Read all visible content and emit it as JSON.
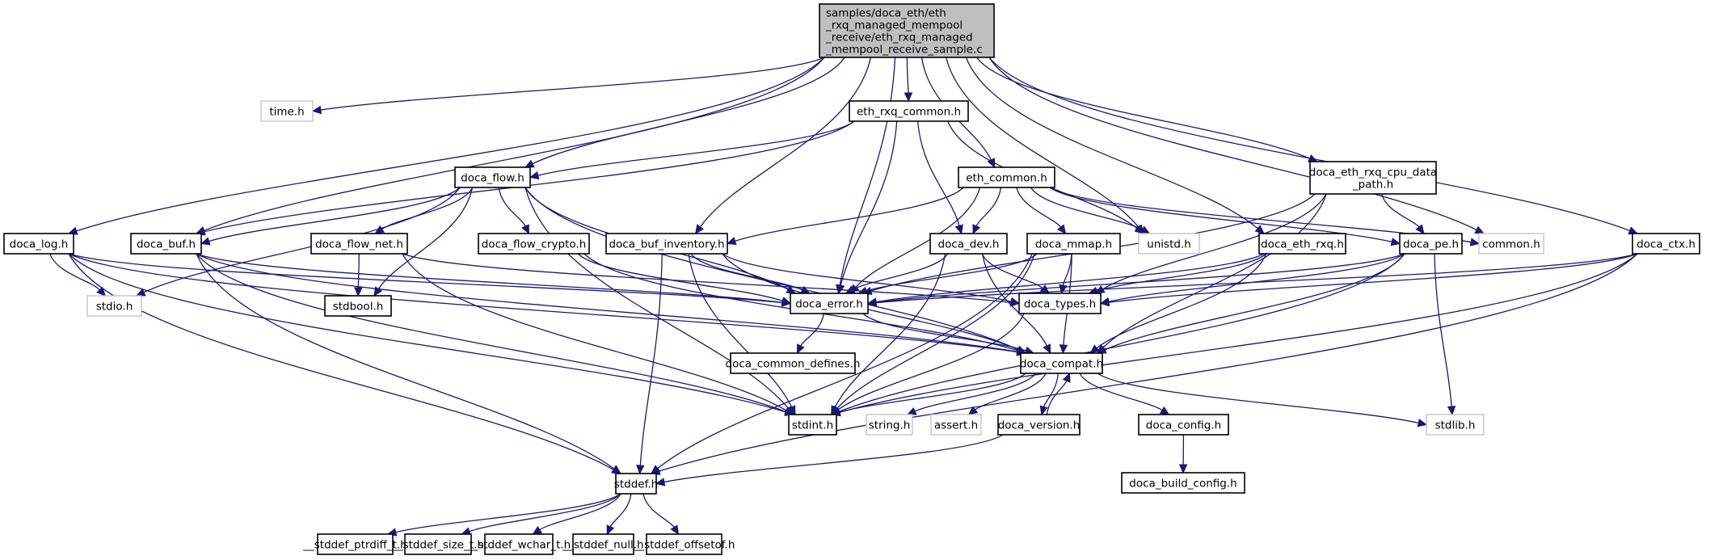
{
  "title": "Include dependency graph for eth_rxq_managed_mempool_receive_sample.c",
  "colors": {
    "edge": "#191970",
    "root_fill": "#bfbfbf",
    "node_border": "#000000",
    "external_border": "#bfbfbf"
  },
  "nodes": [
    {
      "id": "root",
      "lines": [
        "samples/doca_eth/eth",
        "_rxq_managed_mempool",
        "_receive/eth_rxq_managed",
        "_mempool_receive_sample.c"
      ],
      "kind": "root"
    },
    {
      "id": "time",
      "lines": [
        "time.h"
      ],
      "kind": "external"
    },
    {
      "id": "eth_rxq_common",
      "lines": [
        "eth_rxq_common.h"
      ],
      "kind": "local"
    },
    {
      "id": "doca_flow",
      "lines": [
        "doca_flow.h"
      ],
      "kind": "local"
    },
    {
      "id": "eth_common",
      "lines": [
        "eth_common.h"
      ],
      "kind": "local"
    },
    {
      "id": "doca_eth_rxq_cpu_data_path",
      "lines": [
        "doca_eth_rxq_cpu_data",
        "_path.h"
      ],
      "kind": "local"
    },
    {
      "id": "doca_log",
      "lines": [
        "doca_log.h"
      ],
      "kind": "local"
    },
    {
      "id": "doca_buf",
      "lines": [
        "doca_buf.h"
      ],
      "kind": "local"
    },
    {
      "id": "doca_flow_net",
      "lines": [
        "doca_flow_net.h"
      ],
      "kind": "local"
    },
    {
      "id": "doca_flow_crypto",
      "lines": [
        "doca_flow_crypto.h"
      ],
      "kind": "local"
    },
    {
      "id": "doca_buf_inventory",
      "lines": [
        "doca_buf_inventory.h"
      ],
      "kind": "local"
    },
    {
      "id": "doca_dev",
      "lines": [
        "doca_dev.h"
      ],
      "kind": "local"
    },
    {
      "id": "doca_mmap",
      "lines": [
        "doca_mmap.h"
      ],
      "kind": "local"
    },
    {
      "id": "unistd",
      "lines": [
        "unistd.h"
      ],
      "kind": "external"
    },
    {
      "id": "doca_eth_rxq",
      "lines": [
        "doca_eth_rxq.h"
      ],
      "kind": "local"
    },
    {
      "id": "doca_pe",
      "lines": [
        "doca_pe.h"
      ],
      "kind": "local"
    },
    {
      "id": "common",
      "lines": [
        "common.h"
      ],
      "kind": "external"
    },
    {
      "id": "doca_ctx",
      "lines": [
        "doca_ctx.h"
      ],
      "kind": "local"
    },
    {
      "id": "stdio",
      "lines": [
        "stdio.h"
      ],
      "kind": "external"
    },
    {
      "id": "stdbool",
      "lines": [
        "stdbool.h"
      ],
      "kind": "local"
    },
    {
      "id": "doca_error",
      "lines": [
        "doca_error.h"
      ],
      "kind": "local"
    },
    {
      "id": "doca_types",
      "lines": [
        "doca_types.h"
      ],
      "kind": "local"
    },
    {
      "id": "doca_common_defines",
      "lines": [
        "doca_common_defines.h"
      ],
      "kind": "local"
    },
    {
      "id": "doca_compat",
      "lines": [
        "doca_compat.h"
      ],
      "kind": "local"
    },
    {
      "id": "stdint",
      "lines": [
        "stdint.h"
      ],
      "kind": "local"
    },
    {
      "id": "string",
      "lines": [
        "string.h"
      ],
      "kind": "external"
    },
    {
      "id": "assert",
      "lines": [
        "assert.h"
      ],
      "kind": "external"
    },
    {
      "id": "doca_version",
      "lines": [
        "doca_version.h"
      ],
      "kind": "local"
    },
    {
      "id": "doca_config",
      "lines": [
        "doca_config.h"
      ],
      "kind": "local"
    },
    {
      "id": "stdlib",
      "lines": [
        "stdlib.h"
      ],
      "kind": "external"
    },
    {
      "id": "doca_build_config",
      "lines": [
        "doca_build_config.h"
      ],
      "kind": "local"
    },
    {
      "id": "stddef",
      "lines": [
        "stddef.h"
      ],
      "kind": "local"
    },
    {
      "id": "stddef_ptrdiff_t",
      "lines": [
        "__stddef_ptrdiff_t.h"
      ],
      "kind": "local"
    },
    {
      "id": "stddef_size_t",
      "lines": [
        "__stddef_size_t.h"
      ],
      "kind": "local"
    },
    {
      "id": "stddef_wchar_t",
      "lines": [
        "__stddef_wchar_t.h"
      ],
      "kind": "local"
    },
    {
      "id": "stddef_null",
      "lines": [
        "__stddef_null.h"
      ],
      "kind": "local"
    },
    {
      "id": "stddef_offsetof",
      "lines": [
        "__stddef_offsetof.h"
      ],
      "kind": "local"
    }
  ],
  "edges": [
    [
      "root",
      "time"
    ],
    [
      "root",
      "eth_rxq_common"
    ],
    [
      "root",
      "doca_flow"
    ],
    [
      "root",
      "eth_common"
    ],
    [
      "root",
      "doca_eth_rxq_cpu_data_path"
    ],
    [
      "root",
      "doca_log"
    ],
    [
      "root",
      "doca_buf"
    ],
    [
      "root",
      "doca_buf_inventory"
    ],
    [
      "root",
      "doca_error"
    ],
    [
      "root",
      "unistd"
    ],
    [
      "root",
      "doca_eth_rxq"
    ],
    [
      "root",
      "common"
    ],
    [
      "root",
      "doca_ctx"
    ],
    [
      "eth_rxq_common",
      "doca_flow"
    ],
    [
      "eth_rxq_common",
      "doca_buf"
    ],
    [
      "eth_rxq_common",
      "doca_dev"
    ],
    [
      "eth_rxq_common",
      "doca_error"
    ],
    [
      "eth_rxq_common",
      "unistd"
    ],
    [
      "doca_flow",
      "doca_buf"
    ],
    [
      "doca_flow",
      "doca_flow_net"
    ],
    [
      "doca_flow",
      "doca_flow_crypto"
    ],
    [
      "doca_flow",
      "stdio"
    ],
    [
      "doca_flow",
      "stdbool"
    ],
    [
      "doca_flow",
      "doca_error"
    ],
    [
      "doca_flow",
      "doca_compat"
    ],
    [
      "doca_flow",
      "stdint"
    ],
    [
      "eth_common",
      "doca_buf_inventory"
    ],
    [
      "eth_common",
      "doca_dev"
    ],
    [
      "eth_common",
      "doca_mmap"
    ],
    [
      "eth_common",
      "unistd"
    ],
    [
      "eth_common",
      "doca_pe"
    ],
    [
      "eth_common",
      "common"
    ],
    [
      "eth_common",
      "doca_error"
    ],
    [
      "doca_eth_rxq_cpu_data_path",
      "doca_pe"
    ],
    [
      "doca_eth_rxq_cpu_data_path",
      "doca_error"
    ],
    [
      "doca_eth_rxq_cpu_data_path",
      "doca_types"
    ],
    [
      "doca_eth_rxq_cpu_data_path",
      "doca_compat"
    ],
    [
      "doca_log",
      "stdio"
    ],
    [
      "doca_log",
      "doca_error"
    ],
    [
      "doca_log",
      "doca_compat"
    ],
    [
      "doca_log",
      "stdint"
    ],
    [
      "doca_log",
      "stddef"
    ],
    [
      "doca_buf",
      "doca_error"
    ],
    [
      "doca_buf",
      "doca_compat"
    ],
    [
      "doca_buf",
      "stdint"
    ],
    [
      "doca_buf",
      "stddef"
    ],
    [
      "doca_flow_net",
      "stdbool"
    ],
    [
      "doca_flow_net",
      "doca_types"
    ],
    [
      "doca_flow_net",
      "stdint"
    ],
    [
      "doca_flow_crypto",
      "doca_error"
    ],
    [
      "doca_flow_crypto",
      "doca_compat"
    ],
    [
      "doca_buf_inventory",
      "doca_error"
    ],
    [
      "doca_buf_inventory",
      "doca_types"
    ],
    [
      "doca_buf_inventory",
      "doca_compat"
    ],
    [
      "doca_buf_inventory",
      "stdint"
    ],
    [
      "doca_buf_inventory",
      "stddef"
    ],
    [
      "doca_dev",
      "doca_error"
    ],
    [
      "doca_dev",
      "doca_types"
    ],
    [
      "doca_dev",
      "doca_compat"
    ],
    [
      "doca_dev",
      "stdint"
    ],
    [
      "doca_mmap",
      "doca_error"
    ],
    [
      "doca_mmap",
      "doca_types"
    ],
    [
      "doca_mmap",
      "doca_compat"
    ],
    [
      "doca_mmap",
      "stdint"
    ],
    [
      "doca_mmap",
      "stddef"
    ],
    [
      "doca_eth_rxq",
      "doca_error"
    ],
    [
      "doca_eth_rxq",
      "doca_types"
    ],
    [
      "doca_eth_rxq",
      "doca_compat"
    ],
    [
      "doca_pe",
      "doca_error"
    ],
    [
      "doca_pe",
      "doca_types"
    ],
    [
      "doca_pe",
      "doca_compat"
    ],
    [
      "doca_pe",
      "stdint"
    ],
    [
      "doca_pe",
      "stdlib"
    ],
    [
      "doca_ctx",
      "doca_error"
    ],
    [
      "doca_ctx",
      "doca_types"
    ],
    [
      "doca_ctx",
      "stdint"
    ],
    [
      "doca_ctx",
      "stddef"
    ],
    [
      "doca_error",
      "doca_common_defines"
    ],
    [
      "doca_error",
      "doca_compat"
    ],
    [
      "doca_types",
      "stdint"
    ],
    [
      "doca_compat",
      "stdint"
    ],
    [
      "doca_compat",
      "string"
    ],
    [
      "doca_compat",
      "assert"
    ],
    [
      "doca_compat",
      "doca_version"
    ],
    [
      "doca_compat",
      "doca_config"
    ],
    [
      "doca_compat",
      "stdlib"
    ],
    [
      "doca_version",
      "doca_compat"
    ],
    [
      "doca_version",
      "stddef"
    ],
    [
      "doca_config",
      "doca_build_config"
    ],
    [
      "stddef",
      "stddef_ptrdiff_t"
    ],
    [
      "stddef",
      "stddef_size_t"
    ],
    [
      "stddef",
      "stddef_wchar_t"
    ],
    [
      "stddef",
      "stddef_null"
    ],
    [
      "stddef",
      "stddef_offsetof"
    ]
  ]
}
